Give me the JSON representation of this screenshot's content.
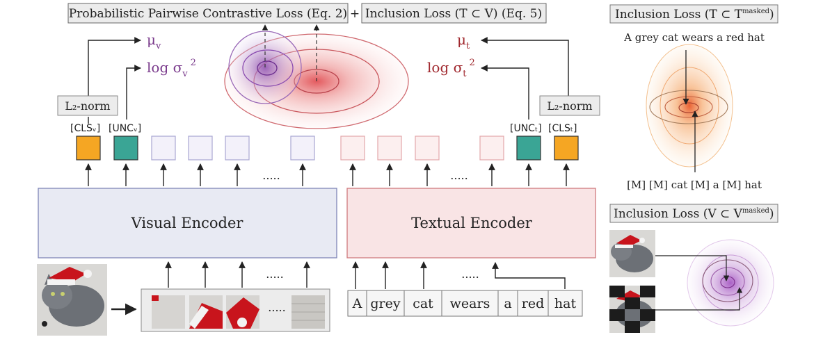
{
  "top_labels": {
    "contrastive_loss": "Probabilistic Pairwise Contrastive Loss (Eq. 2)",
    "plus": "+",
    "inclusion_loss_tv": "Inclusion Loss (T ⊂ V) (Eq. 5)"
  },
  "visual_side": {
    "mu_symbol": "μ",
    "mu_sub": "v",
    "log_sigma": "log σ",
    "sigma_sub": "v",
    "sigma_sup": "2",
    "l2norm": "L₂-norm",
    "cls_token": "[CLSᵥ]",
    "unc_token": "[UNCᵥ]",
    "encoder_label": "Visual Encoder",
    "dots_tokens": ".....",
    "dots_patches": ".....",
    "dots_patch_strip": "....."
  },
  "text_side": {
    "mu_symbol": "μ",
    "mu_sub": "t",
    "log_sigma": "log σ",
    "sigma_sub": "t",
    "sigma_sup": "2",
    "l2norm": "L₂-norm",
    "unc_token": "[UNCₜ]",
    "cls_token": "[CLSₜ]",
    "encoder_label": "Textual Encoder",
    "dots_tokens": ".....",
    "dots_words": ".....",
    "words": [
      "A",
      "grey",
      "cat",
      "wears",
      "a",
      "red",
      "hat"
    ]
  },
  "right_panel": {
    "inclusion_text_title": "Inclusion Loss (T ⊂ T",
    "inclusion_text_sup": "masked",
    "inclusion_text_close": ")",
    "full_caption": "A grey cat wears a red hat",
    "masked_caption": "[M] [M] cat [M] a [M] hat",
    "inclusion_image_title": "Inclusion Loss (V ⊂ V",
    "inclusion_image_sup": "masked",
    "inclusion_image_close": ")"
  },
  "colors": {
    "visual_accent": "#7a3a8c",
    "text_accent": "#a0282e",
    "cls_orange": "#f5a623",
    "unc_teal": "#3aa595",
    "visual_encoder_fill": "#e8eaf3",
    "visual_encoder_stroke": "#7f86b8",
    "text_encoder_fill": "#f9e4e5",
    "text_encoder_stroke": "#d07a7e"
  }
}
